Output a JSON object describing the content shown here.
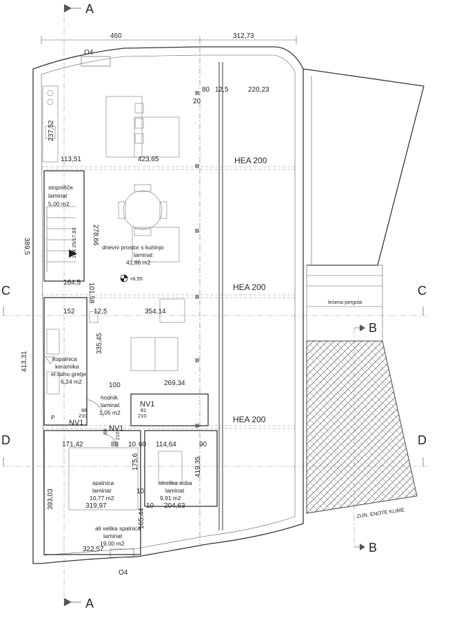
{
  "sections": {
    "a_top": "A",
    "a_bottom": "A",
    "b_top": "B",
    "b_bottom": "B",
    "c_left": "C",
    "c_right": "C",
    "d_left": "D",
    "d_right": "D"
  },
  "top_dims": {
    "left": "460",
    "right": "312,73"
  },
  "windows": {
    "top": "O4",
    "bottom": "O4"
  },
  "beams": {
    "beam1": "HEA 200",
    "beam2": "HEA 200",
    "beam3": "HEA 200"
  },
  "rooms": {
    "stairs": [
      "stopnišče",
      "laminat",
      "5,00 m2"
    ],
    "living": [
      "dnevni prostor s kuhinjo",
      "laminat",
      "41,86 m2"
    ],
    "bathroom": [
      "kopalnica",
      "keramika",
      "el.talno gretje",
      "6,24 m2"
    ],
    "hall": [
      "hodnik",
      "laminat",
      "1,05 m2"
    ],
    "bedroom": [
      "spalnica",
      "laminat",
      "10,77 m2"
    ],
    "kids": [
      "otroška soba",
      "laminat",
      "9,91 m2"
    ],
    "big_bedroom": [
      "ali velika spalnica",
      "laminat",
      "19,00 m2"
    ]
  },
  "labels": {
    "pergola": "lesena pergola",
    "ac_units": "ZUN. ENOTE KLIME",
    "level": "+6,55",
    "stair_spec": "18X 25/17,83",
    "p": "P"
  },
  "doors": {
    "nv1_a": "NV1",
    "nv1_a_w": "81",
    "nv1_a_h": "210",
    "nv1_b": "NV1",
    "nv1_b_w": "88",
    "nv1_b_h": "210",
    "nv1_c": "NV1",
    "nv1_c_w": "88",
    "nv1_c_h": "210"
  },
  "dims": {
    "d80": "80",
    "d12_5a": "12,5",
    "d220_23": "220,23",
    "d20": "20",
    "d237_52": "237,52",
    "d423_65": "423,65",
    "d113_51": "113,51",
    "d278_66": "278,66",
    "d389_5": "389,5",
    "d101_58": "101,58",
    "d164_5": "164,5",
    "d152": "152",
    "d12_5b": "12,5",
    "d354_14": "354,14",
    "d335_45": "335,45",
    "d413_31": "413,31",
    "d100": "100",
    "d269_34": "269,34",
    "d171_42": "171,42",
    "d88": "88",
    "d10a": "10",
    "d60": "60",
    "d114_64": "114,64",
    "d90": "90",
    "d175_6": "175,6",
    "d419_35": "419,35",
    "d393_03": "393,03",
    "d319_97": "319,97",
    "d10b": "10",
    "d10c": "10",
    "d204_63": "204,63",
    "d165_44": "165,44",
    "d322_57": "322,57"
  }
}
